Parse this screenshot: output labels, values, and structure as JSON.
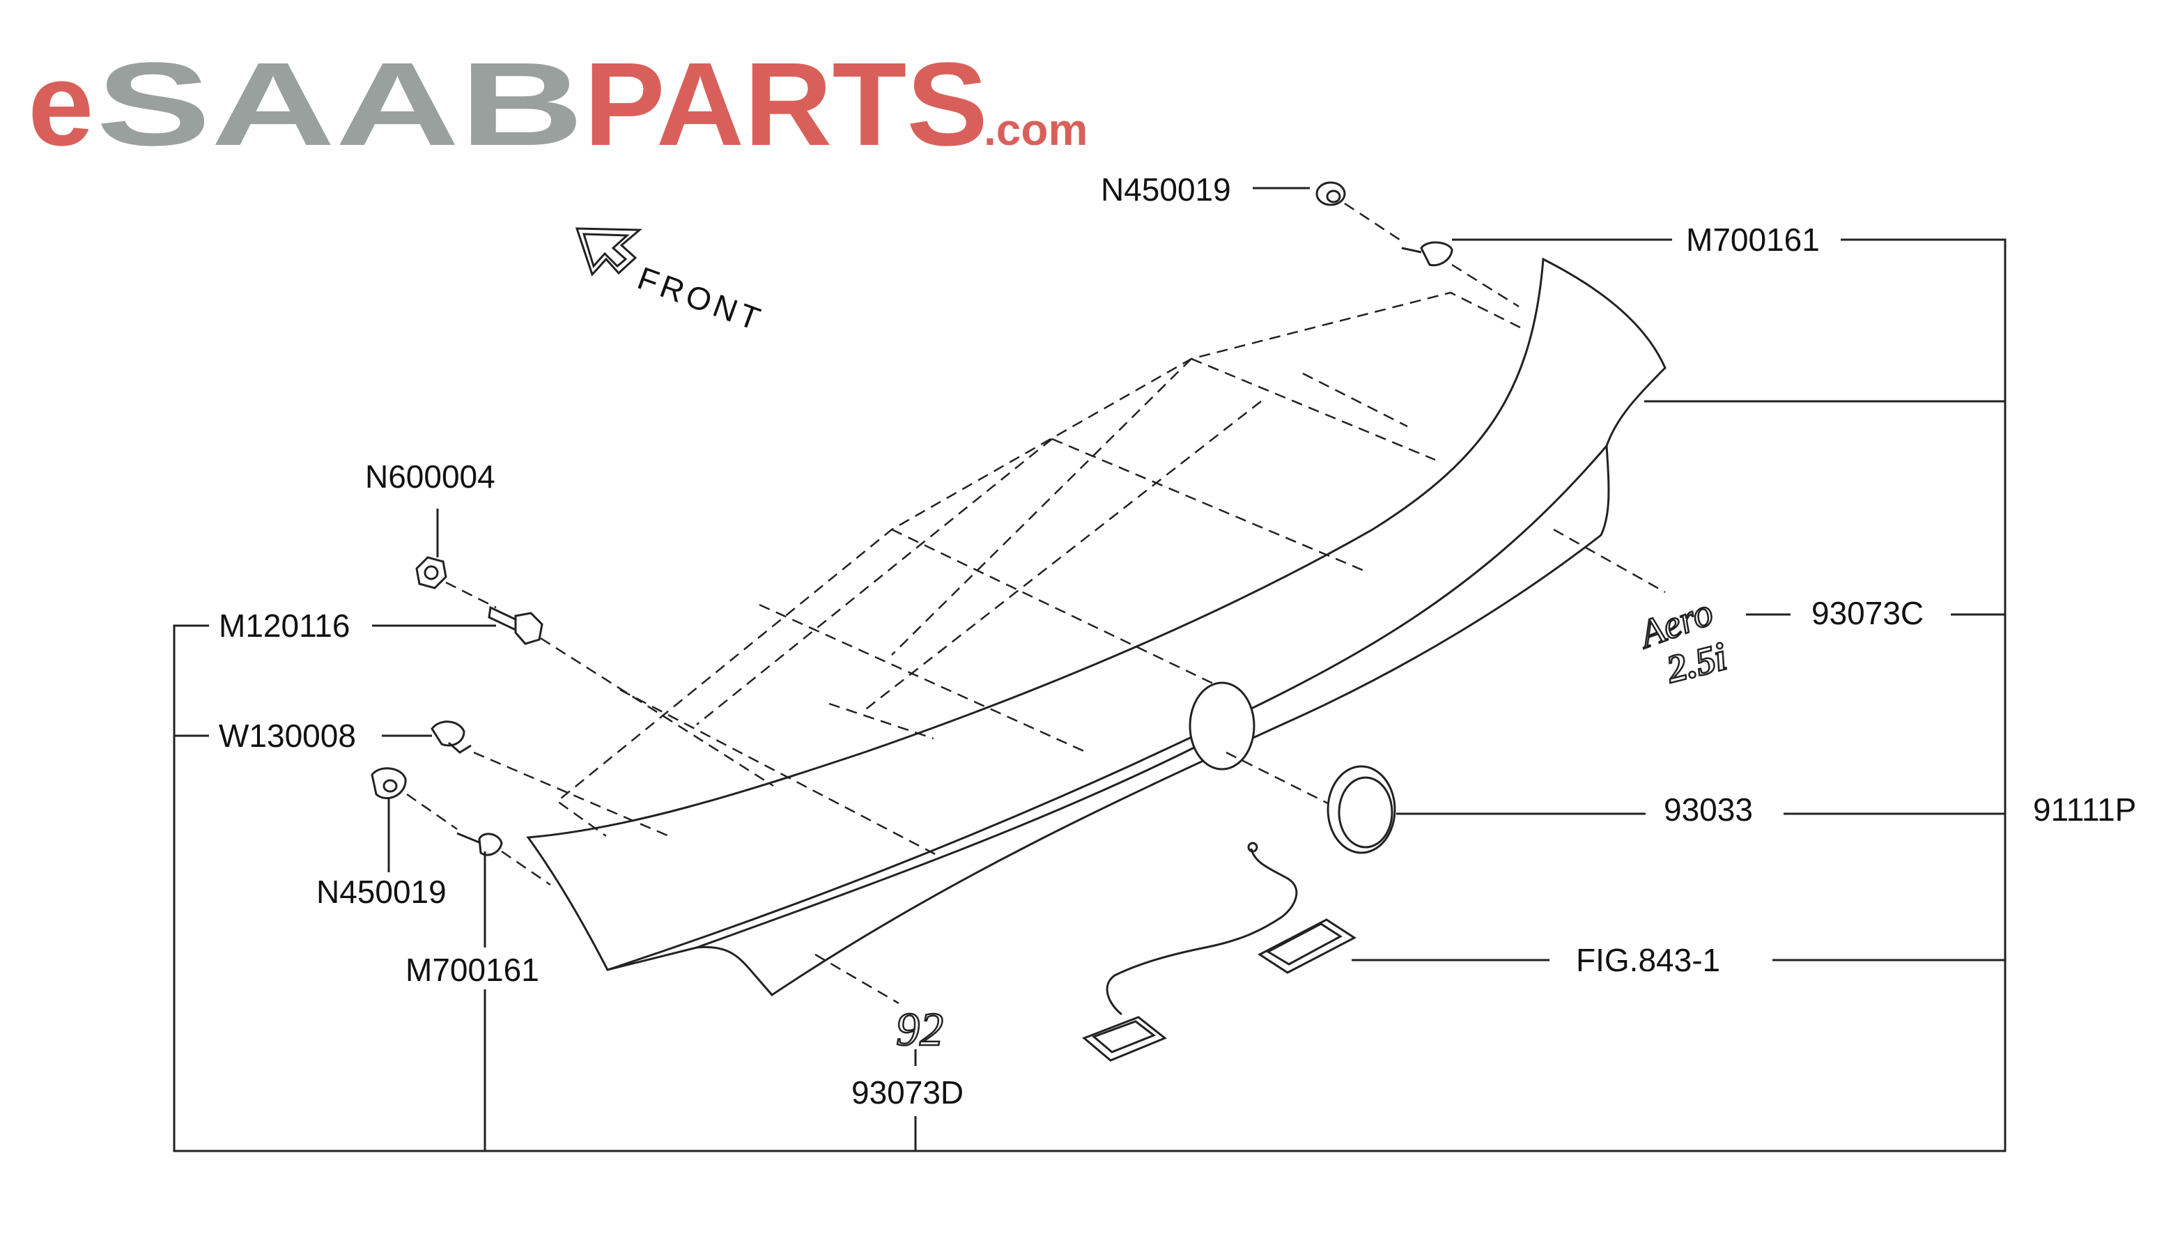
{
  "logo": {
    "brand_prefix": "e",
    "brand_saab": "SAAB",
    "brand_parts": "PARTS",
    "brand_suffix": ".com",
    "colors": {
      "red": "#d9605a",
      "gray": "#9aa09d"
    }
  },
  "front_indicator": {
    "label": "FRONT",
    "icon": "front-arrow-icon"
  },
  "badges": {
    "aero_text": "Aero",
    "engine_text": "2.5i",
    "model_text": "92"
  },
  "parts": {
    "n450019_top": "N450019",
    "m700161_top": "M700161",
    "n600004": "N600004",
    "m120116": "M120116",
    "w130008": "W130008",
    "n450019_left": "N450019",
    "m700161_left": "M700161",
    "p93073c": "93073C",
    "p93033": "93033",
    "p91111p": "91111P",
    "fig843": "FIG.843-1",
    "p93073d": "93073D"
  }
}
